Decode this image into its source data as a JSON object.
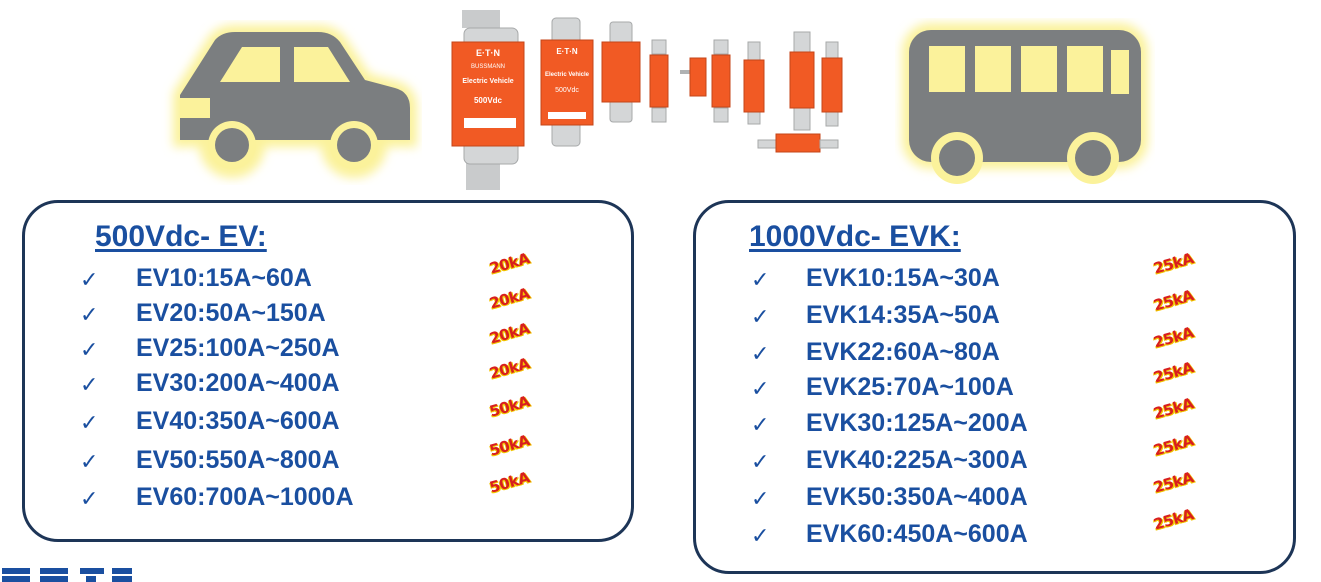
{
  "panels": {
    "ev": {
      "title": "500Vdc- EV:",
      "items": [
        {
          "label": "EV10:15A~60A",
          "rating": "20kA"
        },
        {
          "label": "EV20:50A~150A",
          "rating": "20kA"
        },
        {
          "label": "EV25:100A~250A",
          "rating": "20kA"
        },
        {
          "label": "EV30:200A~400A",
          "rating": "20kA"
        },
        {
          "label": "EV40:350A~600A",
          "rating": "50kA"
        },
        {
          "label": "EV50:550A~800A",
          "rating": "50kA"
        },
        {
          "label": "EV60:700A~1000A",
          "rating": "50kA"
        }
      ]
    },
    "evk": {
      "title": "1000Vdc- EVK:",
      "items": [
        {
          "label": "EVK10:15A~30A",
          "rating": "25kA"
        },
        {
          "label": "EVK14:35A~50A",
          "rating": "25kA"
        },
        {
          "label": "EVK22:60A~80A",
          "rating": "25kA"
        },
        {
          "label": "EVK25:70A~100A",
          "rating": "25kA"
        },
        {
          "label": "EVK30:125A~200A",
          "rating": "25kA"
        },
        {
          "label": "EVK40:225A~300A",
          "rating": "25kA"
        },
        {
          "label": "EVK50:350A~400A",
          "rating": "25kA"
        },
        {
          "label": "EVK60:450A~600A",
          "rating": "25kA"
        }
      ]
    }
  },
  "checkmark": "✓",
  "fuse_labels": {
    "brand": "E·T·N",
    "series": "BUSSMANN",
    "product": "Electric Vehicle",
    "voltage": "500Vdc"
  },
  "colors": {
    "text_blue": "#1a4fa0",
    "panel_border": "#1d3557",
    "rating_red": "#d81e1e",
    "rating_outline": "#f2c500",
    "vehicle_gray": "#7b7e80",
    "vehicle_glow": "#fbf29b",
    "fuse_orange": "#f15a24"
  },
  "icons": [
    "car-icon",
    "bus-icon",
    "fuse-icon",
    "checkmark-icon",
    "eaton-logo"
  ]
}
